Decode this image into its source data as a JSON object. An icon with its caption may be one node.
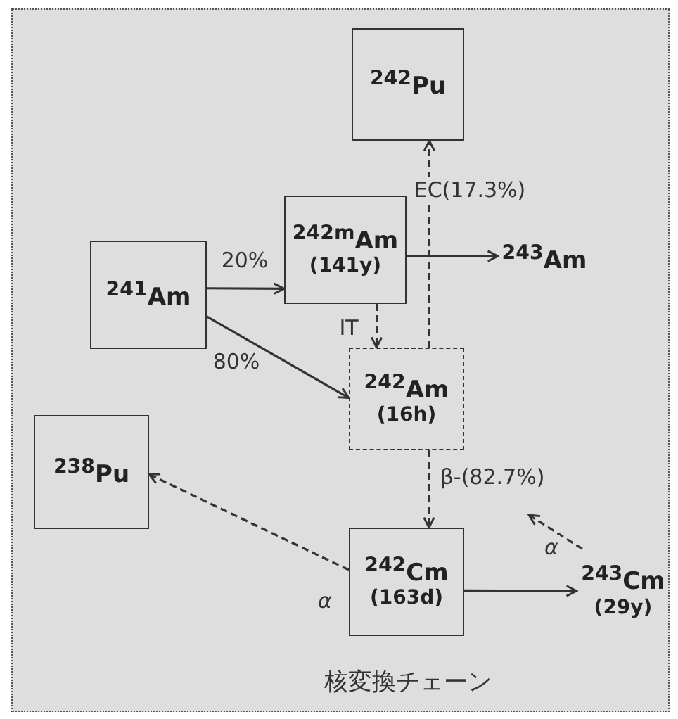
{
  "diagram": {
    "caption": "核変換チェーン",
    "nodes": [
      {
        "text": [
          "$^{242}$Pu"
        ]
      },
      {
        "text": [
          "$^{241}$Am"
        ]
      },
      {
        "text": [
          "$^{242m}$Am",
          "(141y)"
        ]
      },
      {
        "text": [
          "$^{243}$Am"
        ]
      },
      {
        "text": [
          "$^{242}$Am",
          "(16h)"
        ]
      },
      {
        "text": [
          "$^{238}$Pu"
        ]
      },
      {
        "text": [
          "$^{242}$Cm",
          "(163d)"
        ]
      },
      {
        "text": [
          "$^{243}$Cm",
          "(29y)"
        ]
      }
    ],
    "edges": [
      {
        "from": 1,
        "to": 2,
        "arrow": "to",
        "label": "20%"
      },
      {
        "from": 1,
        "to": 4,
        "arrow": "to",
        "label": "80%"
      },
      {
        "from": 2,
        "to": 3,
        "arrow": "to"
      },
      {
        "from": 2,
        "to": 4,
        "arrow": "to",
        "label": "IT",
        "style": "dashed"
      },
      {
        "from": 4,
        "to": 0,
        "arrow": "to",
        "label": "EC(17.3%)",
        "style": "dashed"
      },
      {
        "from": 4,
        "to": 6,
        "arrow": "to",
        "label": "β-(82.7%)",
        "style": "dashed"
      },
      {
        "from": 6,
        "to": 5,
        "arrow": "to",
        "label": "α",
        "style": "dashed"
      },
      {
        "from": 6,
        "to": 7,
        "arrow": "to"
      },
      {
        "from": 7,
        "to": null,
        "arrow": "to",
        "label": "α",
        "style": "dashed"
      }
    ]
  }
}
